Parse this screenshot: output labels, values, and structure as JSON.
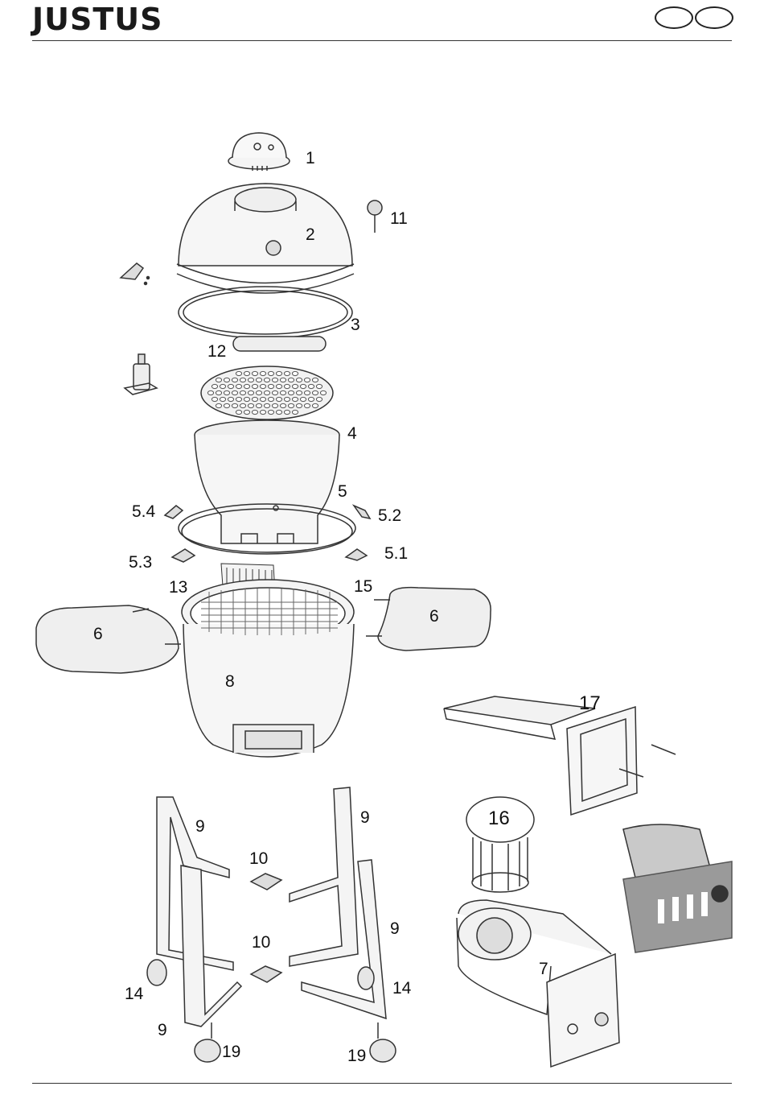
{
  "header": {
    "brand": "JUSTUS",
    "language_badges": 2
  },
  "diagram": {
    "labels": [
      "1",
      "2",
      "3",
      "4",
      "5",
      "5.1",
      "5.2",
      "5.3",
      "5.4",
      "6",
      "6",
      "7",
      "8",
      "9",
      "9",
      "9",
      "9",
      "10",
      "10",
      "11",
      "12",
      "13",
      "14",
      "14",
      "15",
      "16",
      "17",
      "19",
      "19"
    ]
  }
}
